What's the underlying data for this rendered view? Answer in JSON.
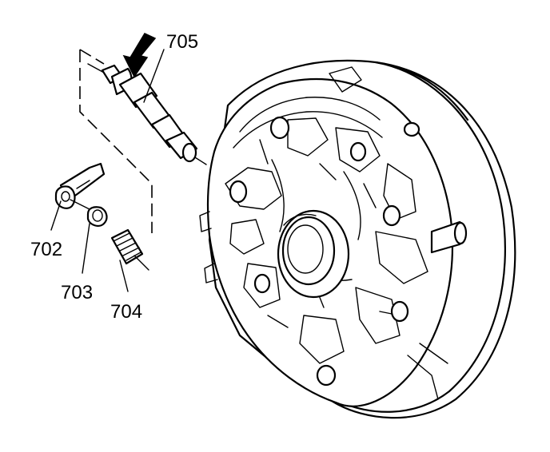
{
  "diagram": {
    "callouts": {
      "c702": "702",
      "c703": "703",
      "c704": "704",
      "c705": "705"
    },
    "colors": {
      "ink": "#000000",
      "paper": "#ffffff"
    },
    "icons": {
      "arrow": "down-left-arrow-icon"
    }
  }
}
